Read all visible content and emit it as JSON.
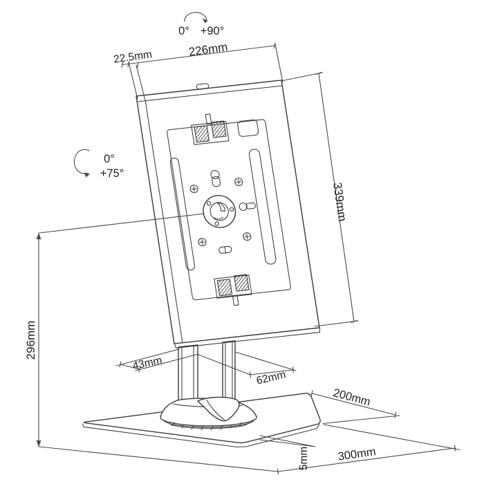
{
  "diagram": {
    "type": "technical-dimension-drawing",
    "subject": "tablet-kiosk-desk-stand",
    "labels": {
      "rotation_min": "0°",
      "rotation_max": "+90°",
      "tilt_min": "0°",
      "tilt_max": "+75°",
      "bezel_offset": "22.5mm",
      "enclosure_width": "226mm",
      "enclosure_height": "339mm",
      "stand_height": "296mm",
      "pole_width": "43mm",
      "pole_depth": "62mm",
      "base_depth": "200mm",
      "base_length": "300mm",
      "base_thickness": "5mm"
    },
    "icons": {
      "rotation_arc": "curved-arrow",
      "tilt_arc": "curved-arrow"
    },
    "colors": {
      "line": "#3a3a3a",
      "dimension": "#474747",
      "text": "#1f1f1f",
      "background": "#ffffff"
    }
  }
}
